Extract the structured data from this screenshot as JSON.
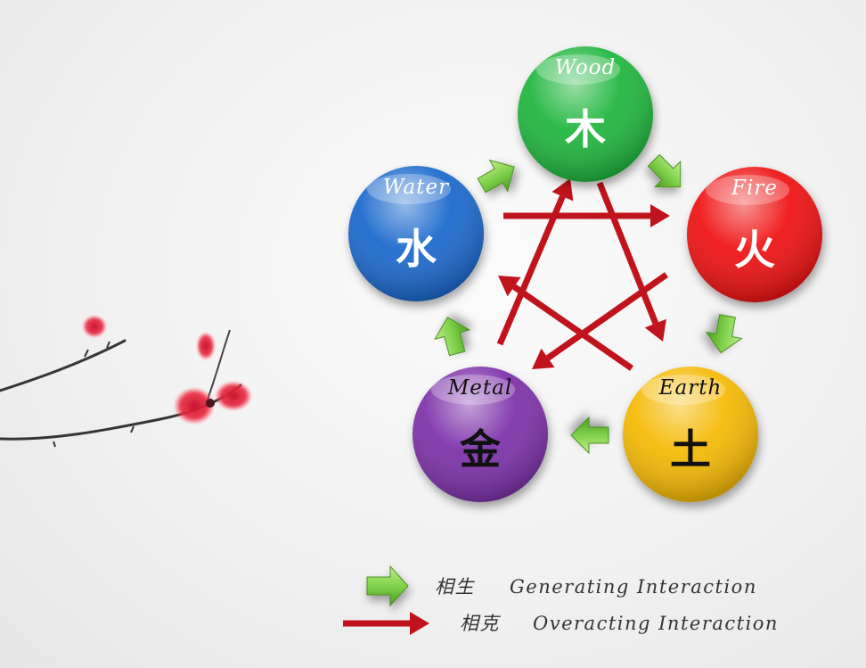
{
  "elements": [
    {
      "key": "wood",
      "name": "Wood",
      "char": "木",
      "color": "#1eb53a",
      "text_color": "#ffffff"
    },
    {
      "key": "fire",
      "name": "Fire",
      "char": "火",
      "color": "#ee1111",
      "text_color": "#ffffff"
    },
    {
      "key": "earth",
      "name": "Earth",
      "char": "土",
      "color": "#f5b800",
      "text_color": "#111111"
    },
    {
      "key": "metal",
      "name": "Metal",
      "char": "金",
      "color": "#7a2fa8",
      "text_color": "#111111"
    },
    {
      "key": "water",
      "name": "Water",
      "char": "水",
      "color": "#1266cc",
      "text_color": "#ffffff"
    }
  ],
  "generating_arrow_color": "#7fd14a",
  "overacting_arrow_color": "#c0131b",
  "legend": {
    "generating": {
      "chinese": "相生",
      "label": "Generating Interaction"
    },
    "overacting": {
      "chinese": "相克",
      "label": "Overacting Interaction"
    }
  }
}
